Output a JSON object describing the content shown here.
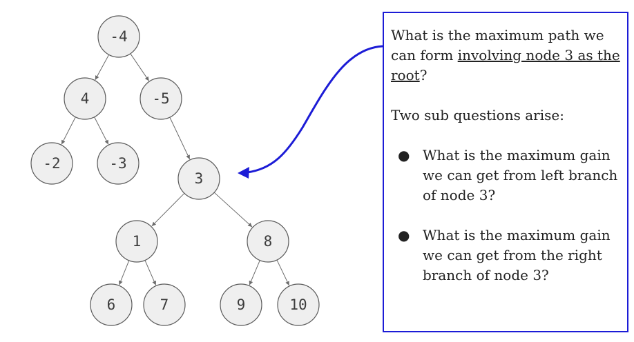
{
  "tree": {
    "nodes": [
      {
        "id": "n-4",
        "label": "-4"
      },
      {
        "id": "n4",
        "label": "4"
      },
      {
        "id": "n-5",
        "label": "-5"
      },
      {
        "id": "n-2",
        "label": "-2"
      },
      {
        "id": "n-3",
        "label": "-3"
      },
      {
        "id": "n3",
        "label": "3"
      },
      {
        "id": "n1",
        "label": "1"
      },
      {
        "id": "n8",
        "label": "8"
      },
      {
        "id": "n6",
        "label": "6"
      },
      {
        "id": "n7",
        "label": "7"
      },
      {
        "id": "n9",
        "label": "9"
      },
      {
        "id": "n10",
        "label": "10"
      }
    ],
    "edges": [
      [
        "n-4",
        "n4"
      ],
      [
        "n-4",
        "n-5"
      ],
      [
        "n4",
        "n-2"
      ],
      [
        "n4",
        "n-3"
      ],
      [
        "n-5",
        "n3"
      ],
      [
        "n3",
        "n1"
      ],
      [
        "n3",
        "n8"
      ],
      [
        "n1",
        "n6"
      ],
      [
        "n1",
        "n7"
      ],
      [
        "n8",
        "n9"
      ],
      [
        "n8",
        "n10"
      ]
    ]
  },
  "callout": {
    "question_part1": "What is the maximum path we can form ",
    "question_underlined": "involving node 3 as the root",
    "question_part2": "?",
    "intro": "Two sub questions arise:",
    "bullet_char": "●",
    "sub_questions": [
      "What is the maximum gain we can get from left branch of node 3?",
      "What is the maximum gain we can get from the right branch of node 3?"
    ]
  },
  "colors": {
    "arrow": "#1c1cd6",
    "box_border": "#1c1cd6",
    "node_fill": "#efefef"
  }
}
